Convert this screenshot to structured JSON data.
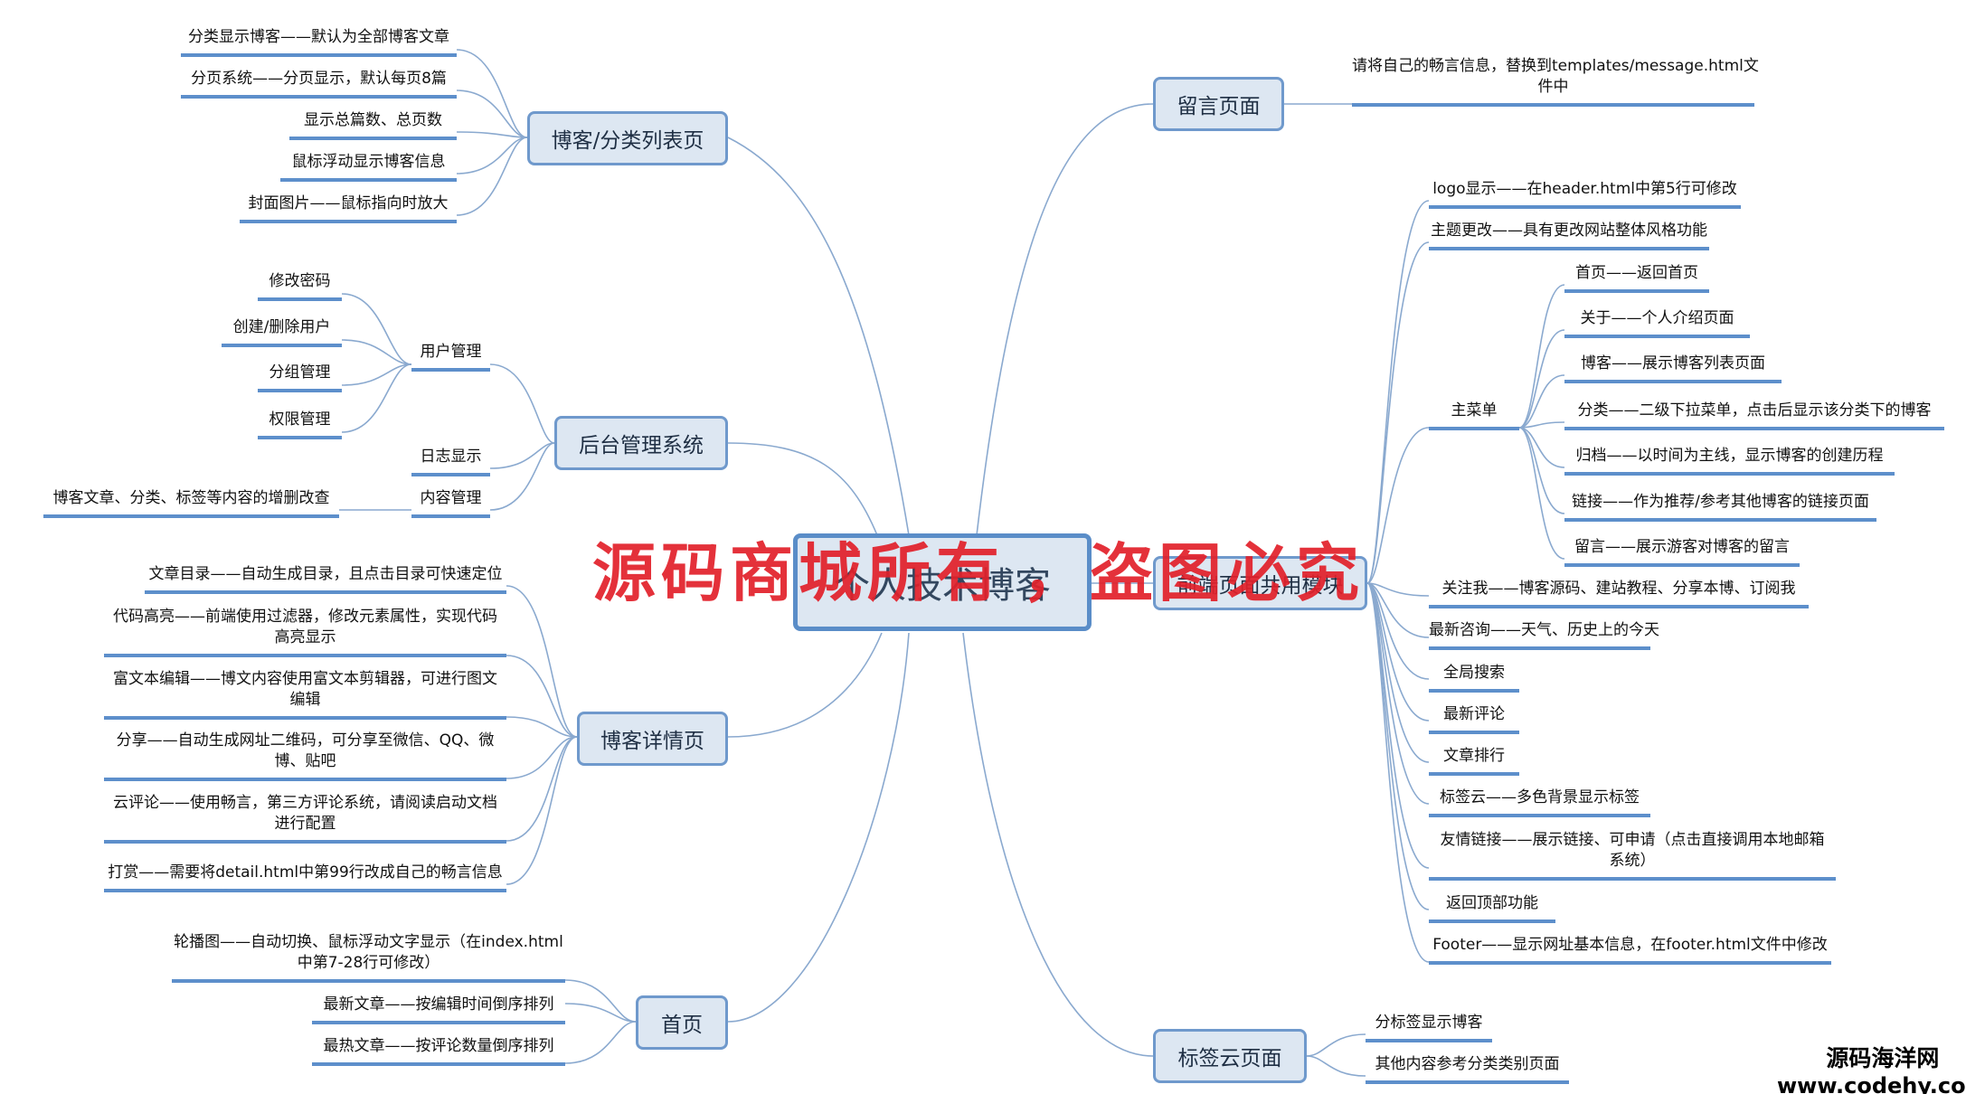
{
  "root": "个人技术博客",
  "branches": {
    "blog_list": {
      "label": "博客/分类列表页",
      "items": [
        "分类显示博客——默认为全部博客文章",
        "分页系统——分页显示，默认每页8篇",
        "显示总篇数、总页数",
        "鼠标浮动显示博客信息",
        "封面图片——鼠标指向时放大"
      ]
    },
    "admin": {
      "label": "后台管理系统",
      "user_mgmt": {
        "label": "用户管理",
        "items": [
          "修改密码",
          "创建/删除用户",
          "分组管理",
          "权限管理"
        ]
      },
      "log": "日志显示",
      "content_mgmt": {
        "label": "内容管理",
        "items": [
          "博客文章、分类、标签等内容的增删改查"
        ]
      }
    },
    "detail": {
      "label": "博客详情页",
      "items": [
        [
          "文章目录——自动生成目录，且点击目录可快速定位"
        ],
        [
          "代码高亮——前端使用过滤器，修改元素属性，实现代码",
          "高亮显示"
        ],
        [
          "富文本编辑——博文内容使用富文本剪辑器，可进行图文",
          "编辑"
        ],
        [
          "分享——自动生成网址二维码，可分享至微信、QQ、微",
          "博、贴吧"
        ],
        [
          "云评论——使用畅言，第三方评论系统，请阅读启动文档",
          "进行配置"
        ],
        [
          "打赏——需要将detail.html中第99行改成自己的畅言信息"
        ]
      ]
    },
    "home": {
      "label": "首页",
      "items": [
        [
          "轮播图——自动切换、鼠标浮动文字显示（在index.html",
          "中第7-28行可修改）"
        ],
        [
          "最新文章——按编辑时间倒序排列"
        ],
        [
          "最热文章——按评论数量倒序排列"
        ]
      ]
    },
    "message": {
      "label": "留言页面",
      "items": [
        [
          "请将自己的畅言信息，替换到templates/message.html文",
          "件中"
        ]
      ]
    },
    "common": {
      "label": "前端页面共用模块",
      "items_top": [
        "logo显示——在header.html中第5行可修改",
        "主题更改——具有更改网站整体风格功能"
      ],
      "main_menu": {
        "label": "主菜单",
        "items": [
          "首页——返回首页",
          "关于——个人介绍页面",
          "博客——展示博客列表页面",
          "分类——二级下拉菜单，点击后显示该分类下的博客",
          "归档——以时间为主线，显示博客的创建历程",
          "链接——作为推荐/参考其他博客的链接页面",
          "留言——展示游客对博客的留言"
        ]
      },
      "items_bottom": [
        [
          "关注我——博客源码、建站教程、分享本博、订阅我"
        ],
        [
          "最新咨询——天气、历史上的今天"
        ],
        [
          "全局搜索"
        ],
        [
          "最新评论"
        ],
        [
          "文章排行"
        ],
        [
          "标签云——多色背景显示标签"
        ],
        [
          "友情链接——展示链接、可申请（点击直接调用本地邮箱",
          "系统）"
        ],
        [
          "返回顶部功能"
        ],
        [
          "Footer——显示网址基本信息，在footer.html文件中修改"
        ]
      ]
    },
    "tags": {
      "label": "标签云页面",
      "items": [
        "分标签显示博客",
        "其他内容参考分类类别页面"
      ]
    }
  },
  "watermarks": {
    "center_left": "源码商城所有",
    "center_sep": "，",
    "center_right": "盗图必究",
    "corner_line1": "源码海洋网",
    "corner_line2": "www.codehy.com"
  },
  "colors": {
    "node_fill": "#dde7f2",
    "node_border": "#6f99cc",
    "connector": "#8aa9cf",
    "underline": "#5d8fcb",
    "watermark": "#e2202a"
  }
}
